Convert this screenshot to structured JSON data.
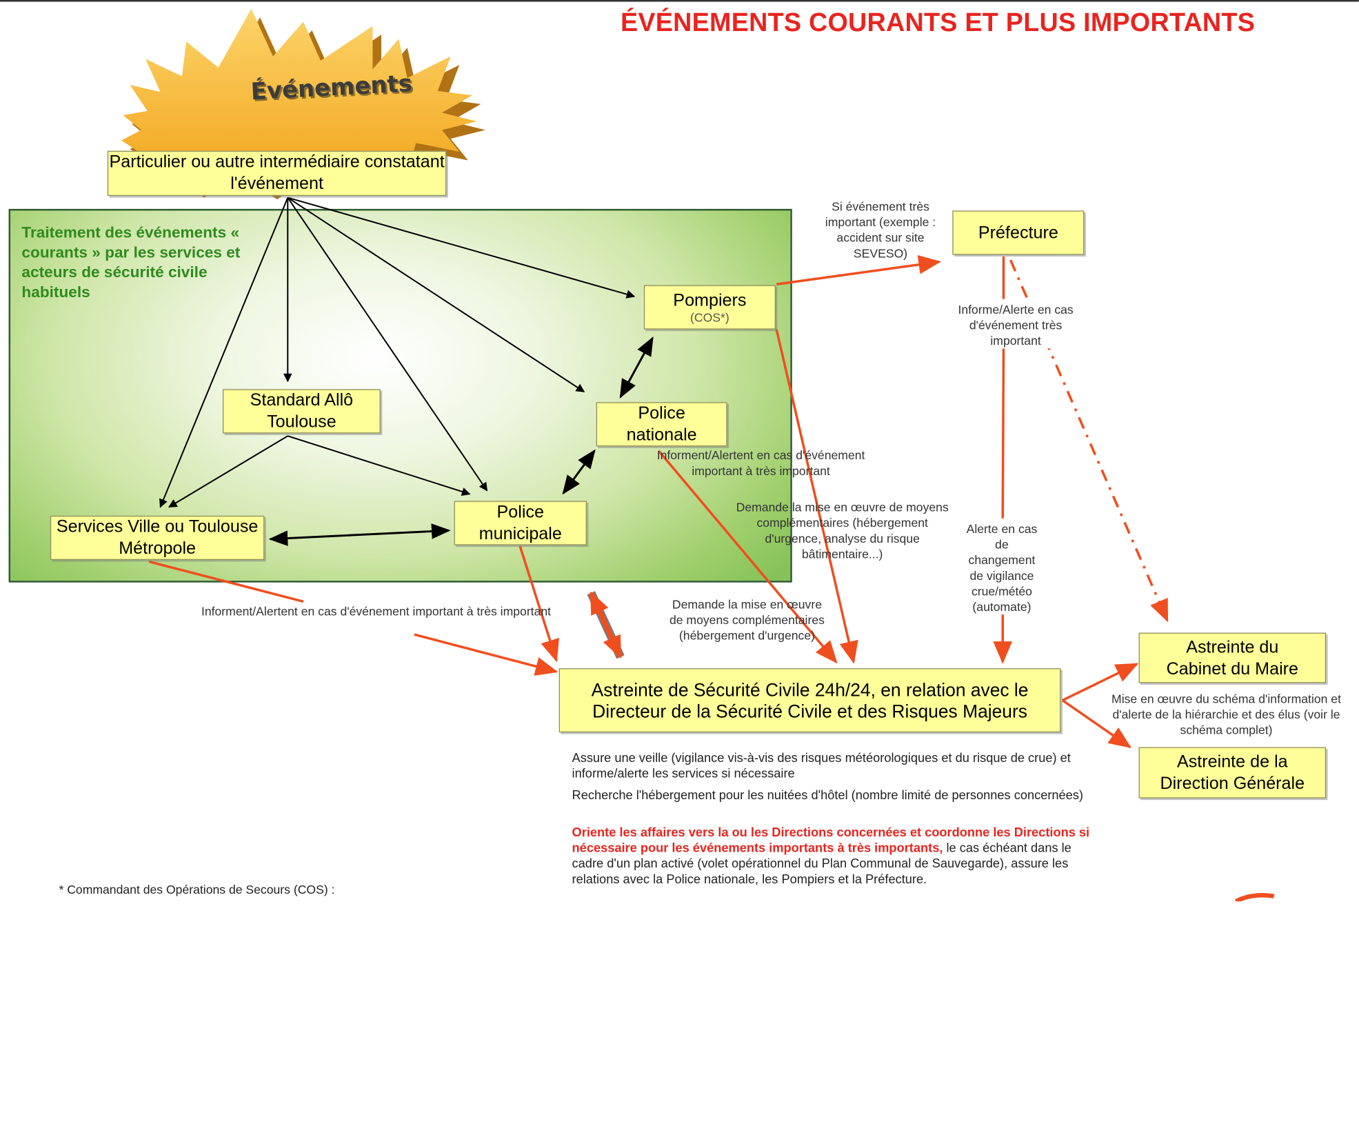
{
  "title": "ÉVÉNEMENTS COURANTS ET PLUS IMPORTANTS",
  "burst_label": "Événements",
  "panel_label": "Traitement des événements « courants » par les services et acteurs de sécurité civile habituels",
  "boxes": {
    "particulier": "Particulier ou autre intermédiaire constatant  l'événement",
    "standard": "Standard Allô Toulouse",
    "services": "Services Ville ou Toulouse Métropole",
    "police_municipale": "Police municipale",
    "police_nationale": "Police nationale",
    "pompiers": "Pompiers",
    "pompiers_sub": "(COS*)",
    "prefecture": "Préfecture",
    "astreinte_sc": "Astreinte de Sécurité Civile  24h/24, en relation avec le Directeur de la Sécurité Civile et des Risques Majeurs",
    "cabinet": "Astreinte du Cabinet du Maire",
    "direction": "Astreinte de la Direction Générale"
  },
  "notes": {
    "si_evenement": "Si événement très important (exemple : accident sur site SEVESO)",
    "informe_prefecture": "Informe/Alerte en cas d'événement très important",
    "informent_police": "Informent/Alertent en cas d'événement important à très important",
    "demande_pompiers": "Demande la mise en œuvre de moyens complémentaires (hébergement d'urgence, analyse du risque bâtimentaire...)",
    "demande_police": "Demande la mise en œuvre de moyens complémentaires (hébergement d'urgence)",
    "alerte_meteo": "Alerte en cas de changement de vigilance crue/météo (automate)",
    "informent_services": "Informent/Alertent en cas d'événement important à très important",
    "mise_en_oeuvre": "Mise en œuvre du schéma d'information et d'alerte de la hiérarchie et des élus (voir le schéma complet)"
  },
  "paragraphs": {
    "p1": "Assure une veille (vigilance vis-à-vis des risques météorologiques et  du risque de crue) et informe/alerte les services si nécessaire",
    "p2": "Recherche l'hébergement pour les nuitées d'hôtel (nombre limité de personnes concernées)",
    "p3_highlight": "Oriente les affaires vers la ou les Directions concernées et coordonne les Directions si nécessaire pour les événements importants à très importants,",
    "p3_rest": " le cas échéant dans le cadre d'un plan activé (volet opérationnel du Plan Communal de Sauvegarde), assure les relations avec la Police nationale, les Pompiers et la Préfecture."
  },
  "footnote": "* Commandant des Opérations de Secours (COS) :",
  "colors": {
    "title": "#e8241f",
    "red_arrow": "#f04e1e",
    "black_arrow": "#000000",
    "box_fill": "#ffff99",
    "panel_green": "#86c258",
    "panel_label": "#2e8b1e",
    "burst_fill": "#f7b733"
  }
}
